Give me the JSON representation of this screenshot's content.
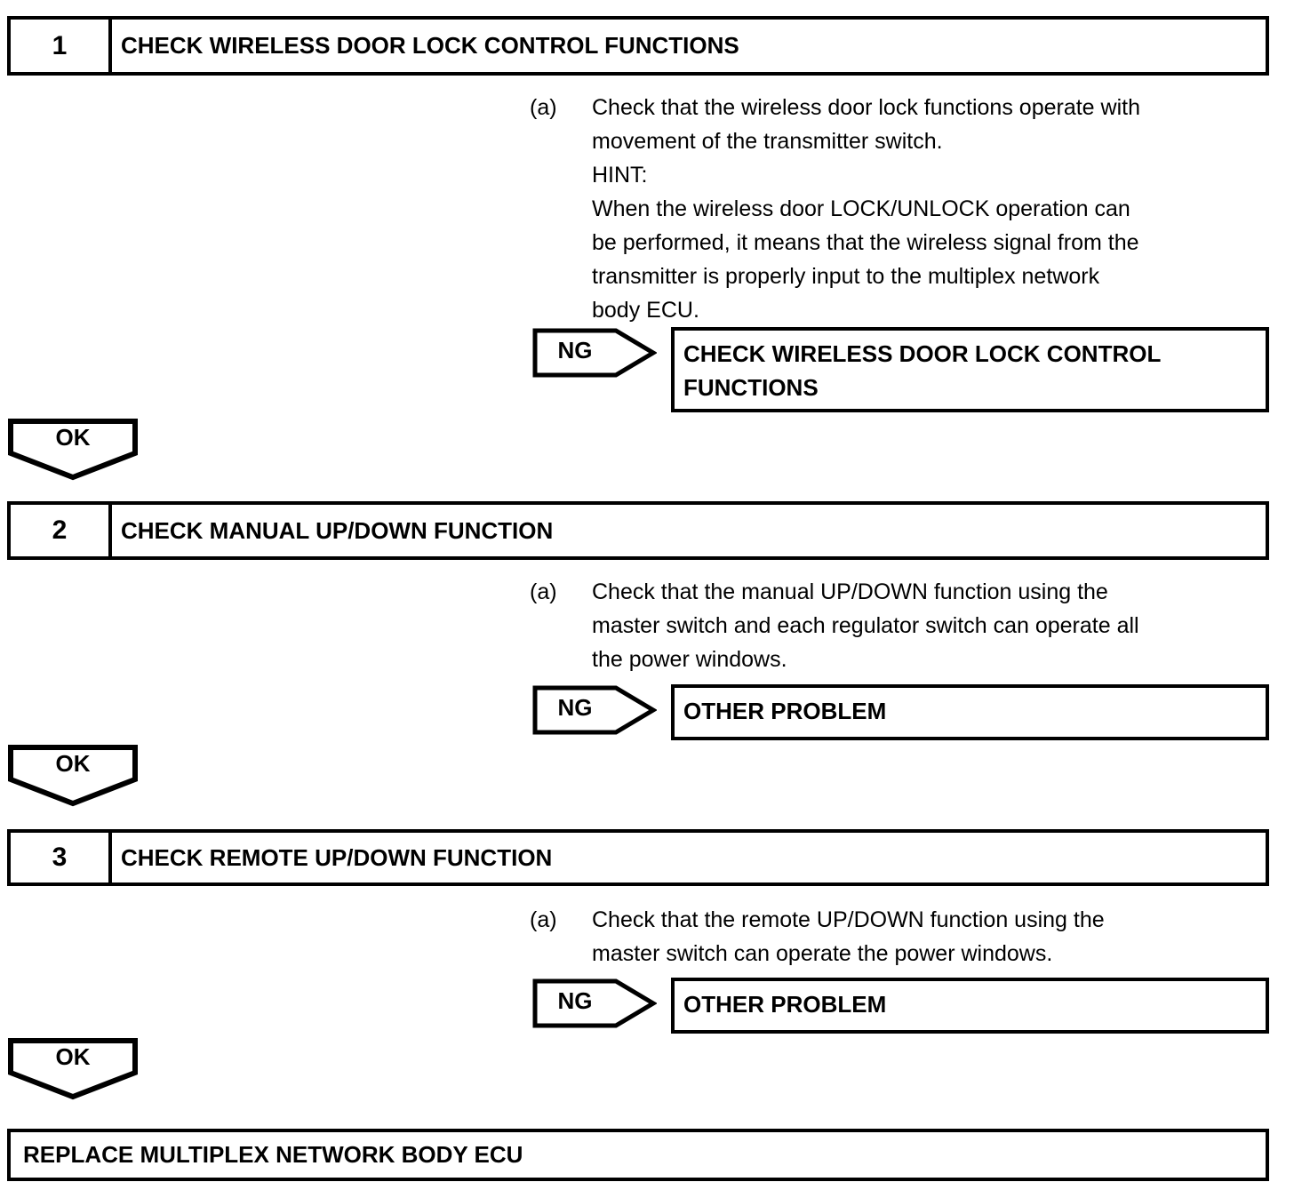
{
  "colors": {
    "line": "#000000",
    "background": "#ffffff"
  },
  "steps": [
    {
      "number": "1",
      "title": "CHECK WIRELESS DOOR LOCK CONTROL FUNCTIONS",
      "item_label": "(a)",
      "body": "Check that the wireless door lock functions operate with\nmovement of the transmitter switch.\nHINT:\nWhen the wireless door LOCK/UNLOCK operation can\nbe performed, it means that the wireless signal from the\ntransmitter is properly input to the multiplex network\nbody ECU.",
      "ng_label": "NG",
      "ng_result": "CHECK WIRELESS DOOR LOCK CONTROL\nFUNCTIONS",
      "ok_label": "OK"
    },
    {
      "number": "2",
      "title": "CHECK MANUAL UP/DOWN FUNCTION",
      "item_label": "(a)",
      "body": "Check that the manual UP/DOWN function using the\nmaster switch and each regulator switch can operate all\nthe power windows.",
      "ng_label": "NG",
      "ng_result": "OTHER PROBLEM",
      "ok_label": "OK"
    },
    {
      "number": "3",
      "title": "CHECK REMOTE UP/DOWN FUNCTION",
      "item_label": "(a)",
      "body": "Check that the remote UP/DOWN function using the\nmaster switch can operate the power windows.",
      "ng_label": "NG",
      "ng_result": "OTHER PROBLEM",
      "ok_label": "OK"
    }
  ],
  "final": {
    "label": "REPLACE MULTIPLEX NETWORK BODY ECU"
  }
}
